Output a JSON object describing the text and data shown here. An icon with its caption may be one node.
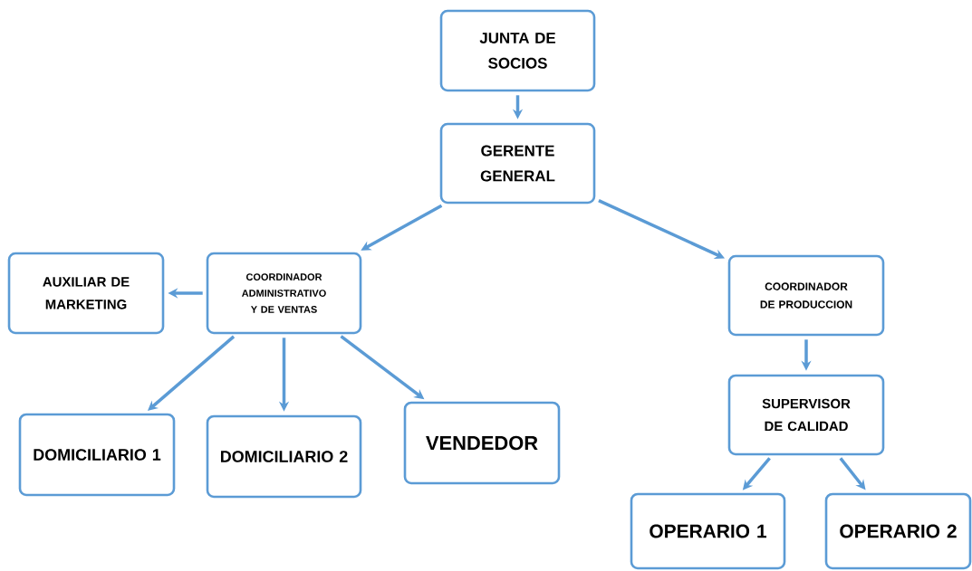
{
  "diagram": {
    "nodes": [
      {
        "text": [
          "JUNTA DE SOCIOS"
        ]
      },
      {
        "text": [
          "GERENTE GENERAL"
        ]
      },
      {
        "text": [
          "AUXILIAR DE MARKETING"
        ]
      },
      {
        "text": [
          "COORDINADOR ADMINISTRATIVO Y DE VENTAS"
        ]
      },
      {
        "text": [
          "COORDINADOR DE PRODUCCION"
        ]
      },
      {
        "text": [
          "DOMICILIARIO 1"
        ]
      },
      {
        "text": [
          "DOMICILIARIO 2"
        ]
      },
      {
        "text": [
          "VENDEDOR"
        ]
      },
      {
        "text": [
          "SUPERVISOR DE CALIDAD"
        ]
      },
      {
        "text": [
          "OPERARIO 1"
        ]
      },
      {
        "text": [
          "OPERARIO 2"
        ]
      }
    ],
    "edges": [
      {
        "from": 0,
        "to": 1,
        "arrow": "to"
      },
      {
        "from": 1,
        "to": 3,
        "arrow": "to"
      },
      {
        "from": 1,
        "to": 4,
        "arrow": "to"
      },
      {
        "from": 3,
        "to": 2,
        "arrow": "to"
      },
      {
        "from": 3,
        "to": 5,
        "arrow": "to"
      },
      {
        "from": 3,
        "to": 6,
        "arrow": "to"
      },
      {
        "from": 3,
        "to": 7,
        "arrow": "to"
      },
      {
        "from": 4,
        "to": 8,
        "arrow": "to"
      },
      {
        "from": 8,
        "to": 9,
        "arrow": "to"
      },
      {
        "from": 8,
        "to": 10,
        "arrow": "to"
      }
    ]
  }
}
